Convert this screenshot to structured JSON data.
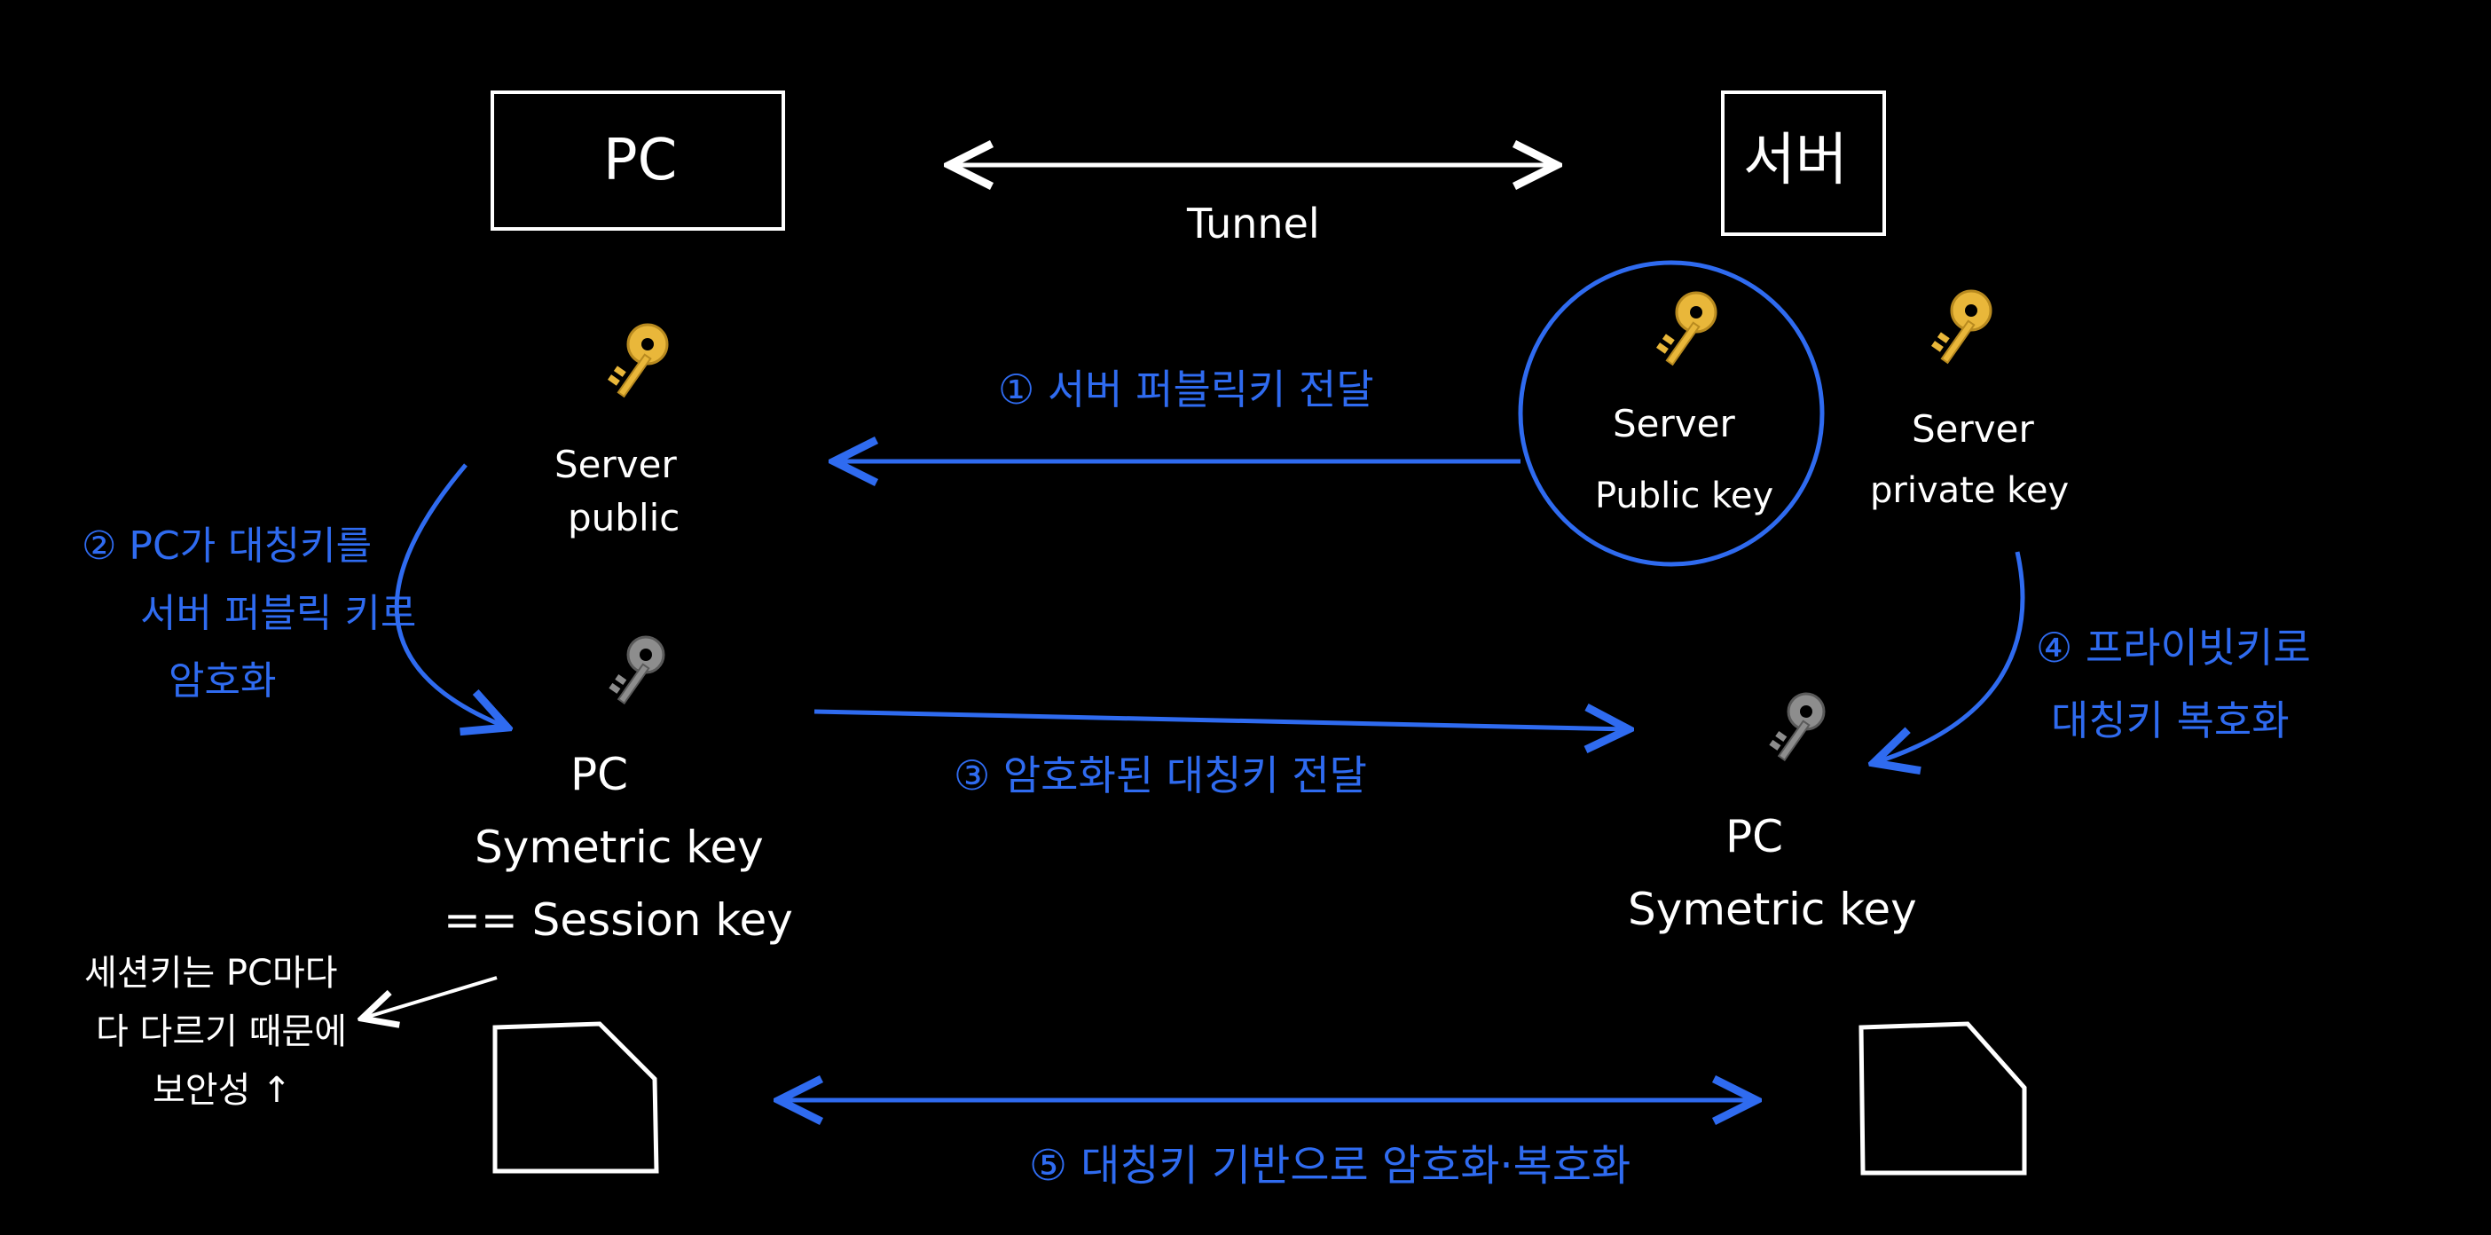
{
  "colors": {
    "background": "#000000",
    "ink": "#ffffff",
    "accent": "#2f6bf0",
    "key_gold": "#e9b73a",
    "key_silver": "#8d8d8d"
  },
  "nodes": {
    "pc_box_label": "PC",
    "server_box_label": "서버",
    "tunnel_label": "Tunnel"
  },
  "keys": {
    "pc_server_public_line1": "Server",
    "pc_server_public_line2": "public",
    "server_public_line1": "Server",
    "server_public_line2": "Public key",
    "server_private_line1": "Server",
    "server_private_line2": "private key",
    "pc_symmetric_line1": "PC",
    "pc_symmetric_line2": "Symetric key",
    "pc_symmetric_line3": "== Session key",
    "server_side_symmetric_line1": "PC",
    "server_side_symmetric_line2": "Symetric key"
  },
  "steps": {
    "step1": "① 서버 퍼블릭키 전달",
    "step2_line1": "② PC가 대칭키를",
    "step2_line2": "서버 퍼블릭 키로",
    "step2_line3": "암호화",
    "step3": "③ 암호화된 대칭키 전달",
    "step4_line1": "④ 프라이빗키로",
    "step4_line2": "대칭키 복호화",
    "step5": "⑤ 대칭키 기반으로 암호화·복호화"
  },
  "notes": {
    "session_note_line1": "세션키는 PC마다",
    "session_note_line2": "다 다르기 때문에",
    "session_note_line3": "보안성 ↑"
  },
  "icons": [
    "pc-box",
    "server-box",
    "gold-key-icon",
    "silver-key-icon",
    "document-icon"
  ]
}
